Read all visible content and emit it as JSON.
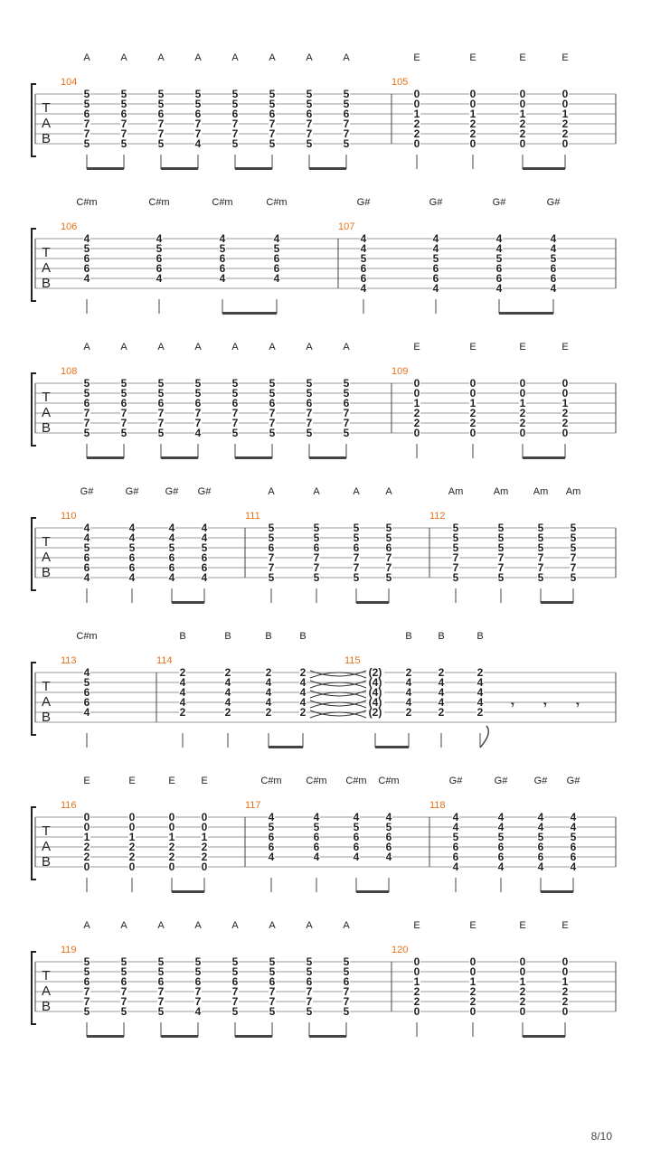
{
  "page_number": "8/10",
  "tab_letters": [
    "T",
    "A",
    "B"
  ],
  "rest_glyph": "𝄾",
  "systems": [
    {
      "measures": [
        {
          "number": "104",
          "chords": [
            "A",
            "A",
            "A",
            "A",
            "A",
            "A",
            "A",
            "A"
          ],
          "beats": [
            [
              "5",
              "5",
              "6",
              "7",
              "7",
              "5"
            ],
            [
              "5",
              "5",
              "6",
              "7",
              "7",
              "5"
            ],
            [
              "5",
              "5",
              "6",
              "7",
              "7",
              "5"
            ],
            [
              "5",
              "5",
              "6",
              "7",
              "7",
              "4"
            ],
            [
              "5",
              "5",
              "6",
              "7",
              "7",
              "5"
            ],
            [
              "5",
              "5",
              "6",
              "7",
              "7",
              "5"
            ],
            [
              "5",
              "5",
              "6",
              "7",
              "7",
              "5"
            ],
            [
              "5",
              "5",
              "6",
              "7",
              "7",
              "5"
            ]
          ]
        },
        {
          "number": "105",
          "chords": [
            "E",
            "E",
            "E",
            "E"
          ],
          "beats": [
            [
              "0",
              "0",
              "1",
              "2",
              "2",
              "0"
            ],
            [
              "0",
              "0",
              "1",
              "2",
              "2",
              "0"
            ],
            [
              "0",
              "0",
              "1",
              "2",
              "2",
              "0"
            ],
            [
              "0",
              "0",
              "1",
              "2",
              "2",
              "0"
            ]
          ]
        }
      ]
    },
    {
      "measures": [
        {
          "number": "106",
          "chords": [
            "C#m",
            "C#m",
            "C#m",
            "C#m"
          ],
          "beats": [
            [
              "4",
              "5",
              "6",
              "6",
              "4",
              ""
            ],
            [
              "4",
              "5",
              "6",
              "6",
              "4",
              ""
            ],
            [
              "4",
              "5",
              "6",
              "6",
              "4",
              ""
            ],
            [
              "4",
              "5",
              "6",
              "6",
              "4",
              ""
            ]
          ]
        },
        {
          "number": "107",
          "chords": [
            "G#",
            "G#",
            "G#",
            "G#"
          ],
          "beats": [
            [
              "4",
              "4",
              "5",
              "6",
              "6",
              "4"
            ],
            [
              "4",
              "4",
              "5",
              "6",
              "6",
              "4"
            ],
            [
              "4",
              "4",
              "5",
              "6",
              "6",
              "4"
            ],
            [
              "4",
              "4",
              "5",
              "6",
              "6",
              "4"
            ]
          ]
        }
      ]
    },
    {
      "measures": [
        {
          "number": "108",
          "chords": [
            "A",
            "A",
            "A",
            "A",
            "A",
            "A",
            "A",
            "A"
          ],
          "beats": [
            [
              "5",
              "5",
              "6",
              "7",
              "7",
              "5"
            ],
            [
              "5",
              "5",
              "6",
              "7",
              "7",
              "5"
            ],
            [
              "5",
              "5",
              "6",
              "7",
              "7",
              "5"
            ],
            [
              "5",
              "5",
              "6",
              "7",
              "7",
              "4"
            ],
            [
              "5",
              "5",
              "6",
              "7",
              "7",
              "5"
            ],
            [
              "5",
              "5",
              "6",
              "7",
              "7",
              "5"
            ],
            [
              "5",
              "5",
              "6",
              "7",
              "7",
              "5"
            ],
            [
              "5",
              "5",
              "6",
              "7",
              "7",
              "5"
            ]
          ]
        },
        {
          "number": "109",
          "chords": [
            "E",
            "E",
            "E",
            "E"
          ],
          "beats": [
            [
              "0",
              "0",
              "1",
              "2",
              "2",
              "0"
            ],
            [
              "0",
              "0",
              "1",
              "2",
              "2",
              "0"
            ],
            [
              "0",
              "0",
              "1",
              "2",
              "2",
              "0"
            ],
            [
              "0",
              "0",
              "1",
              "2",
              "2",
              "0"
            ]
          ]
        }
      ]
    },
    {
      "measures": [
        {
          "number": "110",
          "chords": [
            "G#",
            "G#",
            "G#",
            "G#"
          ],
          "beats": [
            [
              "4",
              "4",
              "5",
              "6",
              "6",
              "4"
            ],
            [
              "4",
              "4",
              "5",
              "6",
              "6",
              "4"
            ],
            [
              "4",
              "4",
              "5",
              "6",
              "6",
              "4"
            ],
            [
              "4",
              "4",
              "5",
              "6",
              "6",
              "4"
            ]
          ]
        },
        {
          "number": "111",
          "chords": [
            "A",
            "A",
            "A",
            "A"
          ],
          "beats": [
            [
              "5",
              "5",
              "6",
              "7",
              "7",
              "5"
            ],
            [
              "5",
              "5",
              "6",
              "7",
              "7",
              "5"
            ],
            [
              "5",
              "5",
              "6",
              "7",
              "7",
              "5"
            ],
            [
              "5",
              "5",
              "6",
              "7",
              "7",
              "5"
            ]
          ]
        },
        {
          "number": "112",
          "chords": [
            "Am",
            "Am",
            "Am",
            "Am"
          ],
          "beats": [
            [
              "5",
              "5",
              "5",
              "7",
              "7",
              "5"
            ],
            [
              "5",
              "5",
              "5",
              "7",
              "7",
              "5"
            ],
            [
              "5",
              "5",
              "5",
              "7",
              "7",
              "5"
            ],
            [
              "5",
              "5",
              "5",
              "7",
              "7",
              "5"
            ]
          ]
        }
      ]
    },
    {
      "measures": [
        {
          "number": "113",
          "chords": [
            "C#m"
          ],
          "beats": [
            [
              "4",
              "5",
              "6",
              "6",
              "4",
              ""
            ]
          ]
        },
        {
          "number": "114",
          "chords": [
            "B",
            "B",
            "B",
            "B"
          ],
          "beats": [
            [
              "2",
              "4",
              "4",
              "4",
              "2",
              ""
            ],
            [
              "2",
              "4",
              "4",
              "4",
              "2",
              ""
            ],
            [
              "2",
              "4",
              "4",
              "4",
              "2",
              ""
            ],
            [
              "2",
              "4",
              "4",
              "4",
              "2",
              ""
            ]
          ]
        },
        {
          "number": "115",
          "chords": [
            "",
            "B",
            "B",
            "B",
            "",
            ""
          ],
          "beats": [
            [
              "(2)",
              "(4)",
              "(4)",
              "(4)",
              "(2)",
              ""
            ],
            [
              "2",
              "4",
              "4",
              "4",
              "2",
              ""
            ],
            [
              "2",
              "4",
              "4",
              "4",
              "2",
              ""
            ],
            [
              "2",
              "4",
              "4",
              "4",
              "2",
              ""
            ],
            "rest",
            "rest",
            "rest"
          ]
        }
      ]
    },
    {
      "measures": [
        {
          "number": "116",
          "chords": [
            "E",
            "E",
            "E",
            "E"
          ],
          "beats": [
            [
              "0",
              "0",
              "1",
              "2",
              "2",
              "0"
            ],
            [
              "0",
              "0",
              "1",
              "2",
              "2",
              "0"
            ],
            [
              "0",
              "0",
              "1",
              "2",
              "2",
              "0"
            ],
            [
              "0",
              "0",
              "1",
              "2",
              "2",
              "0"
            ]
          ]
        },
        {
          "number": "117",
          "chords": [
            "C#m",
            "C#m",
            "C#m",
            "C#m"
          ],
          "beats": [
            [
              "4",
              "5",
              "6",
              "6",
              "4",
              ""
            ],
            [
              "4",
              "5",
              "6",
              "6",
              "4",
              ""
            ],
            [
              "4",
              "5",
              "6",
              "6",
              "4",
              ""
            ],
            [
              "4",
              "5",
              "6",
              "6",
              "4",
              ""
            ]
          ]
        },
        {
          "number": "118",
          "chords": [
            "G#",
            "G#",
            "G#",
            "G#"
          ],
          "beats": [
            [
              "4",
              "4",
              "5",
              "6",
              "6",
              "4"
            ],
            [
              "4",
              "4",
              "5",
              "6",
              "6",
              "4"
            ],
            [
              "4",
              "4",
              "5",
              "6",
              "6",
              "4"
            ],
            [
              "4",
              "4",
              "5",
              "6",
              "6",
              "4"
            ]
          ]
        }
      ]
    },
    {
      "measures": [
        {
          "number": "119",
          "chords": [
            "A",
            "A",
            "A",
            "A",
            "A",
            "A",
            "A",
            "A"
          ],
          "beats": [
            [
              "5",
              "5",
              "6",
              "7",
              "7",
              "5"
            ],
            [
              "5",
              "5",
              "6",
              "7",
              "7",
              "5"
            ],
            [
              "5",
              "5",
              "6",
              "7",
              "7",
              "5"
            ],
            [
              "5",
              "5",
              "6",
              "7",
              "7",
              "4"
            ],
            [
              "5",
              "5",
              "6",
              "7",
              "7",
              "5"
            ],
            [
              "5",
              "5",
              "6",
              "7",
              "7",
              "5"
            ],
            [
              "5",
              "5",
              "6",
              "7",
              "7",
              "5"
            ],
            [
              "5",
              "5",
              "6",
              "7",
              "7",
              "5"
            ]
          ]
        },
        {
          "number": "120",
          "chords": [
            "E",
            "E",
            "E",
            "E"
          ],
          "beats": [
            [
              "0",
              "0",
              "1",
              "2",
              "2",
              "0"
            ],
            [
              "0",
              "0",
              "1",
              "2",
              "2",
              "0"
            ],
            [
              "0",
              "0",
              "1",
              "2",
              "2",
              "0"
            ],
            [
              "0",
              "0",
              "1",
              "2",
              "2",
              "0"
            ]
          ]
        }
      ]
    }
  ]
}
